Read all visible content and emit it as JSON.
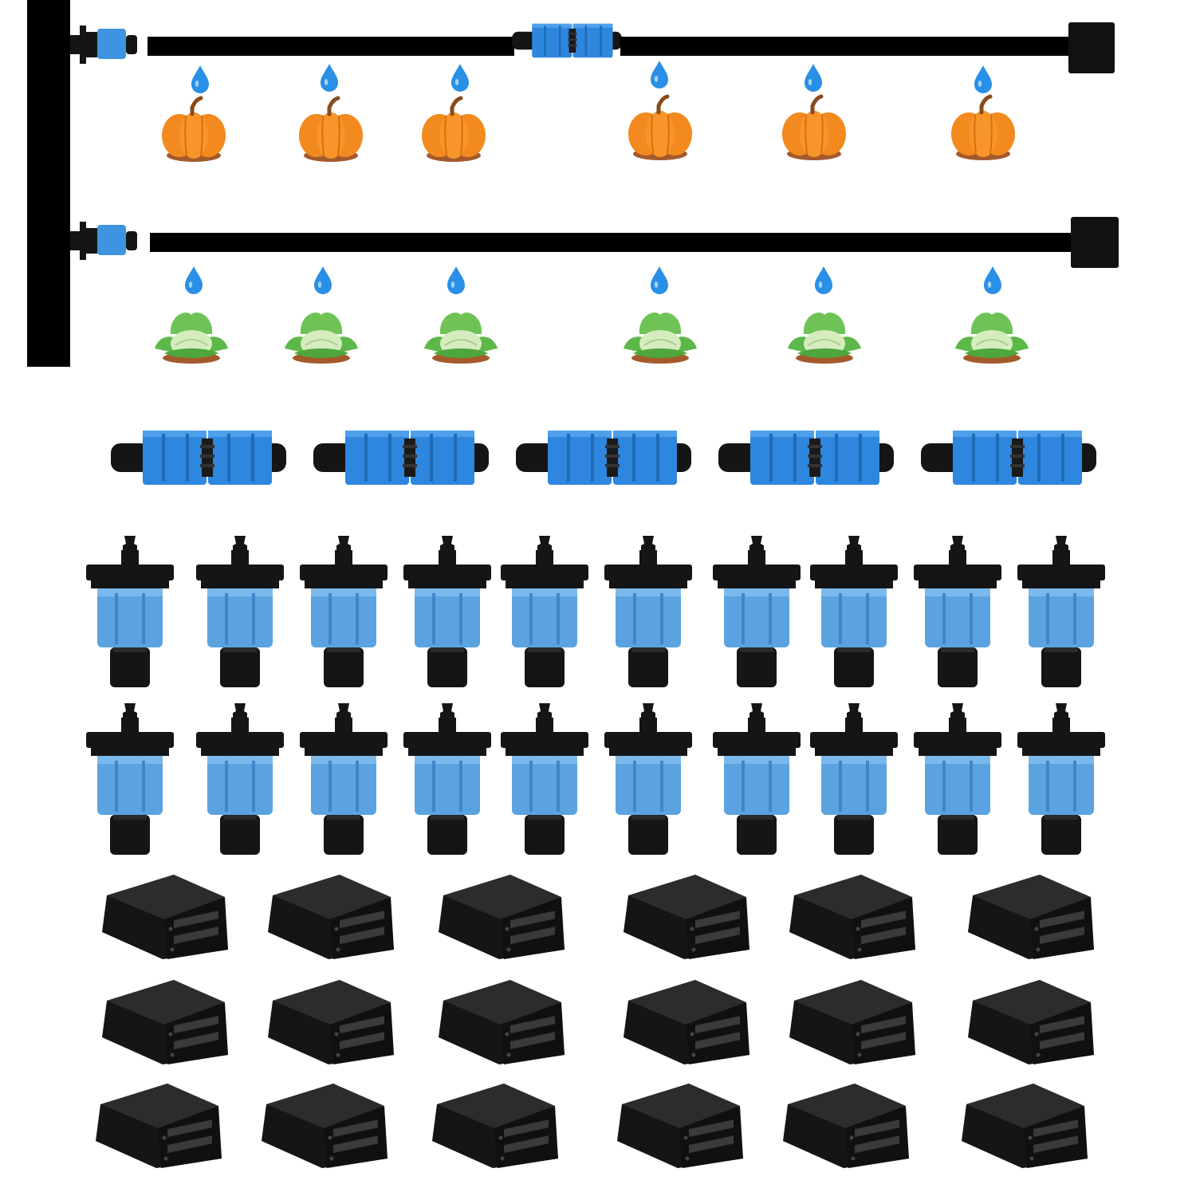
{
  "scene": {
    "colors": {
      "background": "#ffffff",
      "tape": "#000000",
      "connector_blue": "#2e86de",
      "barb_blue": "#5ba3e0",
      "fitting_black": "#151515",
      "water_drop": "#2a8fe6",
      "pumpkin": "#f28a1f",
      "pumpkin_stem": "#8a4a1a",
      "soil": "#b0683a",
      "leaf": "#5cb848",
      "cabbage": "#d6ecbf"
    },
    "diagram": {
      "lines": [
        {
          "name": "drip-line-1",
          "crop": "pumpkin",
          "plant_count": 6,
          "has_mid_coupler": true
        },
        {
          "name": "drip-line-2",
          "crop": "cabbage",
          "plant_count": 6,
          "has_mid_coupler": false
        }
      ]
    },
    "parts": {
      "straight_couplers": {
        "count": 5,
        "icon": "straight-coupler-icon"
      },
      "barbed_start_connectors": {
        "count": 20,
        "rows": 2,
        "per_row": 10,
        "icon": "barbed-start-connector-icon"
      },
      "end_closures": {
        "count": 18,
        "rows": 3,
        "per_row": 6,
        "icon": "end-closure-icon"
      }
    }
  }
}
